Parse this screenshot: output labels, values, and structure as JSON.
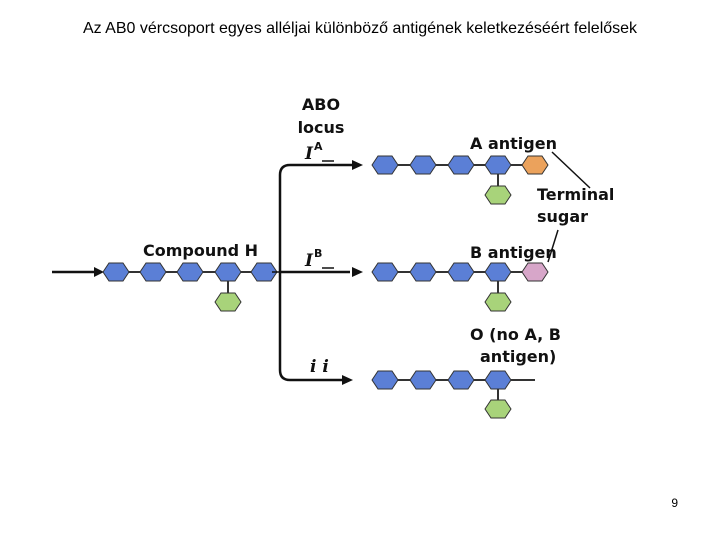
{
  "slide": {
    "title": "Az AB0 vércsoport egyes alléljai különböző antigének keletkezéséért felelősek",
    "page_number": "9"
  },
  "diagram": {
    "locus_line1": "ABO",
    "locus_line2": "locus",
    "compound_h": "Compound H",
    "allele_a": "I",
    "allele_a_sup": "A",
    "allele_b": "I",
    "allele_b_sup": "B",
    "allele_o": "i i",
    "a_antigen": "A antigen",
    "b_antigen": "B antigen",
    "o_line1": "O (no A, B",
    "o_line2": "antigen)",
    "terminal_line1": "Terminal",
    "terminal_line2": "sugar"
  },
  "colors": {
    "chain_hexagon": "#5b7fd6",
    "side_hexagon": "#a8d37a",
    "a_terminal_sugar": "#eba25c",
    "b_terminal_sugar": "#d7a6c9",
    "line": "#333333"
  }
}
